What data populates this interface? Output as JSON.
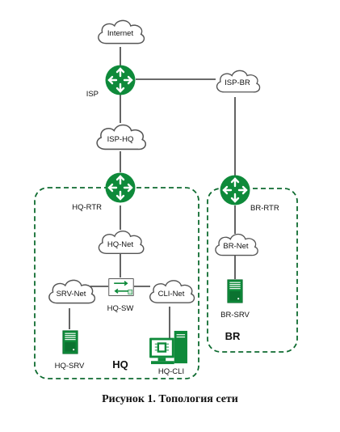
{
  "nodes": {
    "internet": "Internet",
    "isp": "ISP",
    "isp_br": "ISP-BR",
    "isp_hq": "ISP-HQ",
    "hq_rtr": "HQ-RTR",
    "br_rtr": "BR-RTR",
    "hq_net": "HQ-Net",
    "br_net": "BR-Net",
    "srv_net": "SRV-Net",
    "cli_net": "CLI-Net",
    "hq_sw": "HQ-SW",
    "hq_srv": "HQ-SRV",
    "br_srv": "BR-SRV",
    "hq_cli": "HQ-CLI"
  },
  "groups": {
    "hq": "HQ",
    "br": "BR"
  },
  "caption": "Рисунок 1. Топология сети",
  "colors": {
    "accent": "#0e8a3a",
    "accent_dark": "#0a6b2c",
    "line": "#111111",
    "cloud_stroke": "#555555"
  }
}
